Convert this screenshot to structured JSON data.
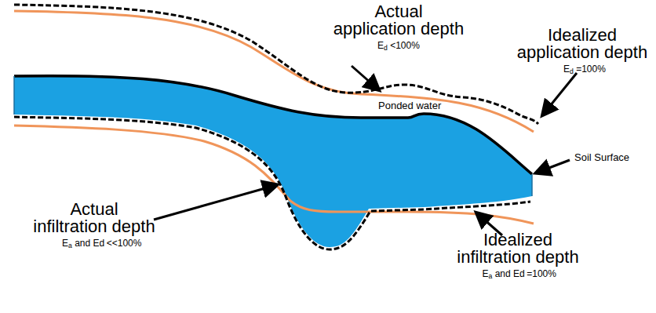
{
  "diagram": {
    "labels": [
      "Actual application depth",
      "Ed <100%",
      "Idealized application depth",
      "Ed =100%",
      "Ponded water",
      "Soil Surface",
      "Actual infiltration depth",
      "Ea and Ed <<100%",
      "Idealized infiltration depth",
      "Ea and Ed =100%"
    ]
  }
}
